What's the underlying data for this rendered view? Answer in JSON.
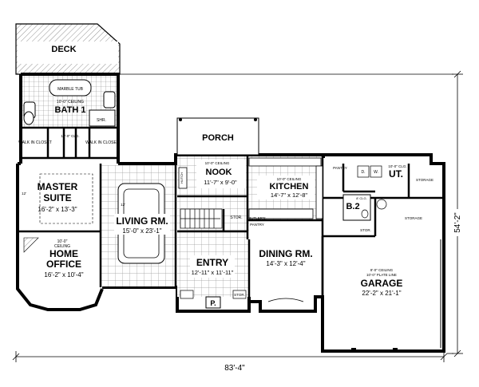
{
  "plan": {
    "rooms": {
      "deck": {
        "name": "DECK"
      },
      "bath1": {
        "name": "BATH 1",
        "ceiling": "10'-0\" CEILING",
        "tub": "MARBLE TUB",
        "shower": "SHR."
      },
      "walkin_left": {
        "name": "WALK IN CLOSET"
      },
      "walkin_right": {
        "name": "WALK IN CLOSET"
      },
      "closet_mid": {
        "note": "10'-0\" CLG."
      },
      "master": {
        "name_line1": "MASTER",
        "name_line2": "SUITE",
        "dims": "16'-2\" x 13'-3\""
      },
      "office": {
        "ceiling_line1": "10'-0\"",
        "ceiling_line2": "CEILING",
        "name_line1": "HOME",
        "name_line2": "OFFICE",
        "dims": "16'-2\" x 10'-4\""
      },
      "living": {
        "name": "LIVING RM.",
        "dims": "15'-0\" x 23'-1\""
      },
      "porch": {
        "name": "PORCH"
      },
      "nook": {
        "ceiling": "10'-0\" CEILING",
        "name": "NOOK",
        "dims": "11'-7\" x 9'-0\""
      },
      "kitchen": {
        "ceiling": "10'-0\" CEILING",
        "name": "KITCHEN",
        "dims": "14'-7\" x 12'-8\""
      },
      "entry": {
        "name": "ENTRY",
        "dims": "12'-11\" x 11'-11\""
      },
      "dining": {
        "name": "DINING RM.",
        "dims": "14'-3\" x 12'-4\""
      },
      "garage": {
        "ceiling_line1": "8'-0\" CEILING",
        "ceiling_line2": "10'-0\" PLATE LINE",
        "name": "GARAGE",
        "dims": "22'-2\" x 21'-1\""
      },
      "ut": {
        "name": "UT.",
        "clg": "10'-0\" CLG."
      },
      "b2": {
        "name": "B.2",
        "clg": "8' CLG."
      }
    },
    "small_labels": {
      "hutch": "HUTCH",
      "stor1": "STOR.",
      "butlers": "BUTLER'S",
      "pantry_butler": "PANTRY",
      "pantry_top": "PANTRY",
      "dryer": "D.",
      "washer": "W.",
      "storage_ut": "STORAGE",
      "storage_garage": "STORAGE",
      "stor_b2": "STOR.",
      "stor_entry": "STOR.",
      "porch_p": "P.",
      "ceiling_12": "12'",
      "step": "12'"
    },
    "dimensions": {
      "width": "83'-4\"",
      "depth": "54'-2\""
    }
  }
}
